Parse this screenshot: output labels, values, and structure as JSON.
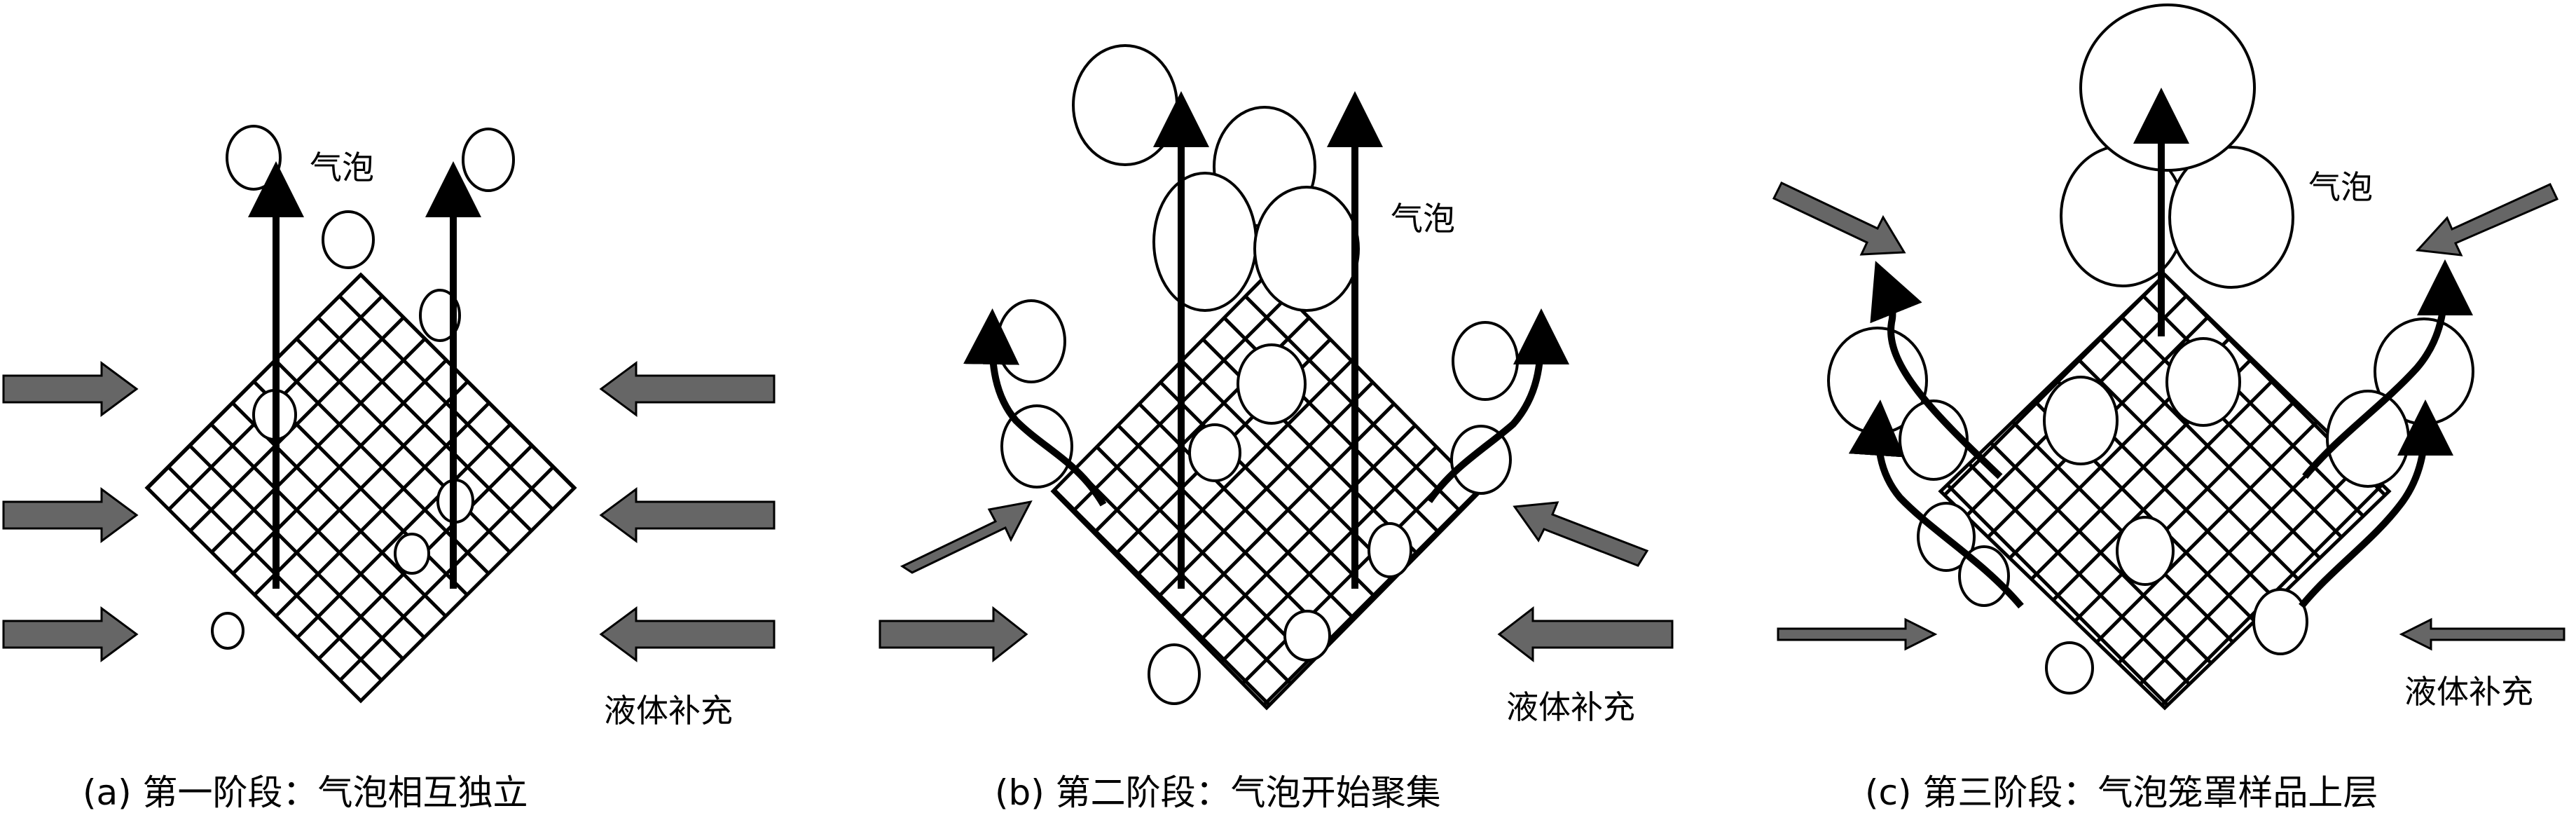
{
  "panels": [
    {
      "caption": "(a) 第一阶段：气泡相互独立",
      "labels": {
        "bubble": "气泡",
        "liquid": "液体补充"
      }
    },
    {
      "caption": "(b) 第二阶段：气泡开始聚集",
      "labels": {
        "bubble": "气泡",
        "liquid": "液体补充"
      }
    },
    {
      "caption": "(c) 第三阶段：气泡笼罩样品上层",
      "labels": {
        "bubble": "气泡",
        "liquid": "液体补充"
      }
    }
  ],
  "colors": {
    "line": "#000000",
    "arrow_fill": "#666666",
    "background": "#ffffff"
  }
}
